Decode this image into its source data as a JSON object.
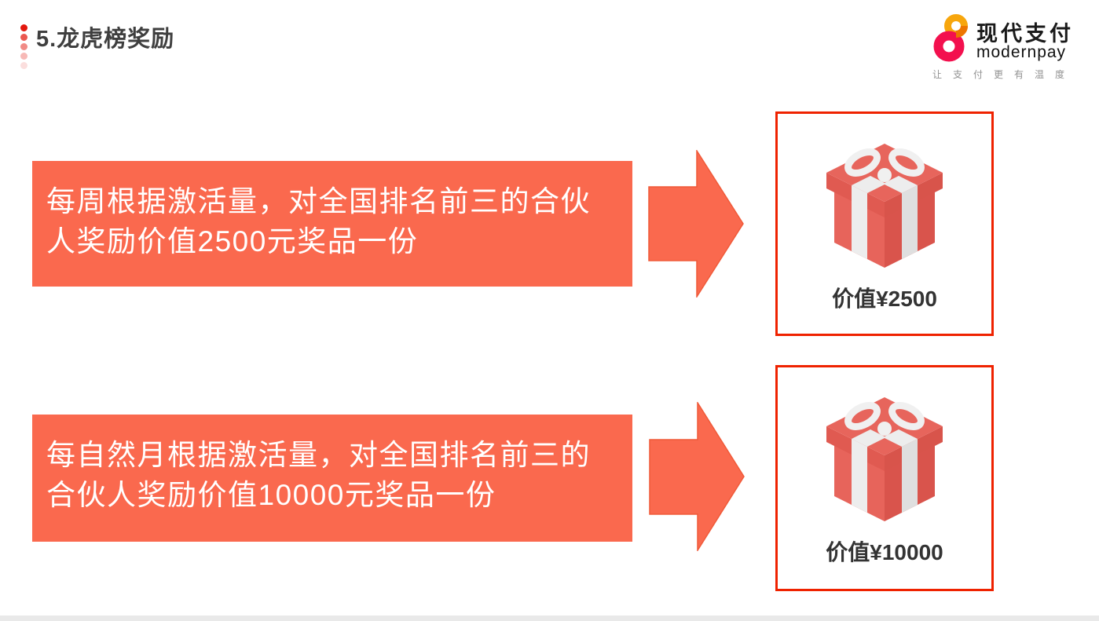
{
  "colors": {
    "accent": "#FA694E",
    "accent_stroke": "#F05A39",
    "card_border": "#EF2200",
    "title_text": "#3F3F3F",
    "prize_text": "#333333",
    "logo_orange": "#F7A60D",
    "logo_orange_dark": "#ED7500",
    "logo_pink": "#F3104E",
    "tagline_gray": "#919191",
    "bottom_bar": "#E9E9E9"
  },
  "header": {
    "title": "5.龙虎榜奖励"
  },
  "logo": {
    "name_cn": "现代支付",
    "name_en": "modernpay",
    "tagline": "让支付更有温度"
  },
  "rows": [
    {
      "description_lines": [
        "每周根据激活量，对全国排名前三的合伙",
        "人奖励价值2500元奖品一份"
      ],
      "prize_label": "价值¥2500"
    },
    {
      "description_lines": [
        "每自然月根据激活量，对全国排名前三的",
        "合伙人奖励价值10000元奖品一份"
      ],
      "prize_label": "价值¥10000"
    }
  ]
}
